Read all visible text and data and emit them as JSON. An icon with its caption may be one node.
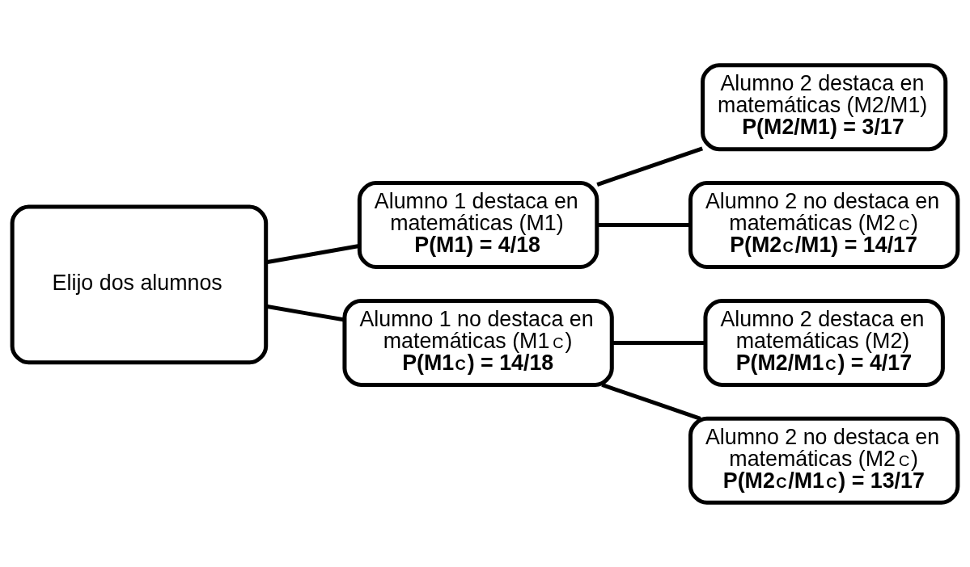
{
  "diagram": {
    "nodes": [
      {
        "text": [
          "Elijo dos alumnos"
        ]
      },
      {
        "text": [
          "Alumno 1 destaca en matemáticas (M1)",
          "P(M1) = 4/18"
        ]
      },
      {
        "text": [
          "Alumno 2 destaca en matemáticas (M2/M1)",
          "P(M2/M1) = 3/17"
        ]
      },
      {
        "text": [
          "Alumno 2 no destaca en matemáticas (M2$^{C}$)",
          "P(M2$^{C}$/M1) = 14/17"
        ]
      },
      {
        "text": [
          "Alumno 1 no destaca en matemáticas (M1$^{C}$)",
          "P(M1$^{C}$) = 14/18"
        ]
      },
      {
        "text": [
          "Alumno 2 destaca en matemáticas (M2)",
          "P(M2/M1$^{C}$) = 4/17"
        ]
      },
      {
        "text": [
          "Alumno 2 no destaca en matemáticas (M2$^{C}$)",
          "P(M2$^{C}$/M1$^{C}$) = 13/17"
        ]
      }
    ],
    "edges": [
      {
        "from": 0,
        "to": 1,
        "arrow": "none"
      },
      {
        "from": 0,
        "to": 4,
        "arrow": "none"
      },
      {
        "from": 1,
        "to": 2,
        "arrow": "none"
      },
      {
        "from": 1,
        "to": 3,
        "arrow": "none"
      },
      {
        "from": 4,
        "to": 5,
        "arrow": "none"
      },
      {
        "from": 4,
        "to": 6,
        "arrow": "none"
      }
    ]
  }
}
